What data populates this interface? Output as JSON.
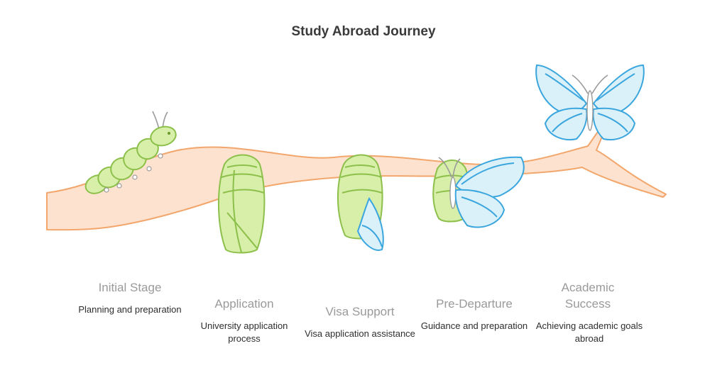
{
  "title": "Study Abroad Journey",
  "colors": {
    "branch_fill": "#fde3cf",
    "branch_stroke": "#f2a66c",
    "chrysalis_fill": "#d8efa9",
    "chrysalis_stroke": "#8cc04a",
    "wing_fill": "#dbf1fa",
    "wing_stroke": "#3aa6dd",
    "label": "#9a9a9a",
    "description": "#2e2e2e"
  },
  "stages": [
    {
      "label": "Initial Stage",
      "description": "Planning and preparation",
      "icon": "caterpillar-icon"
    },
    {
      "label": "Application",
      "description": "University application process",
      "icon": "chrysalis-icon"
    },
    {
      "label": "Visa Support",
      "description": "Visa application assistance",
      "icon": "emerging-chrysalis-icon"
    },
    {
      "label": "Pre-Departure",
      "description": "Guidance and preparation",
      "icon": "emerging-butterfly-icon"
    },
    {
      "label": "Academic Success",
      "description": "Achieving academic goals abroad",
      "icon": "butterfly-icon"
    }
  ]
}
